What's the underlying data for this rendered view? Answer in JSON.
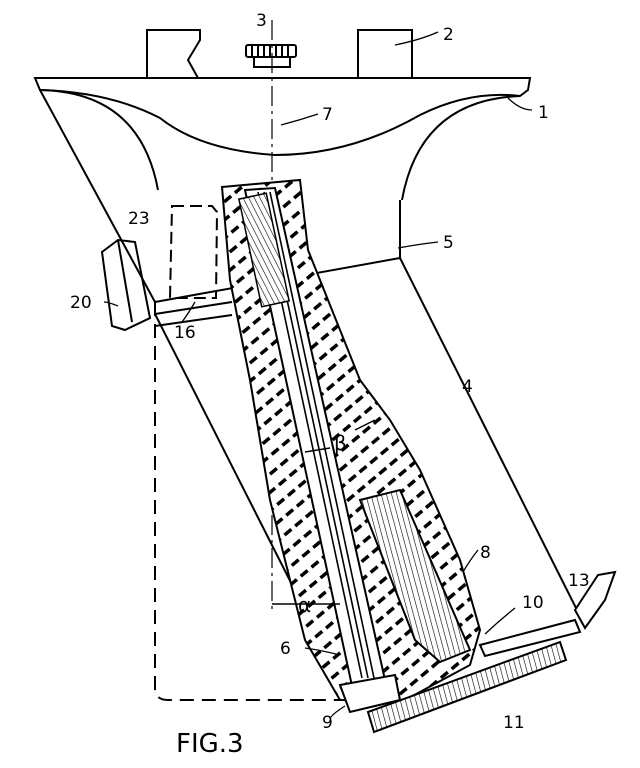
{
  "figure": {
    "caption": "FIG.3",
    "labels": [
      {
        "id": "l1",
        "text": "1"
      },
      {
        "id": "l2",
        "text": "2"
      },
      {
        "id": "l3",
        "text": "3"
      },
      {
        "id": "l4",
        "text": "4"
      },
      {
        "id": "l5",
        "text": "5"
      },
      {
        "id": "l6",
        "text": "6"
      },
      {
        "id": "l7",
        "text": "7"
      },
      {
        "id": "l8",
        "text": "8"
      },
      {
        "id": "l9",
        "text": "9"
      },
      {
        "id": "l10",
        "text": "10"
      },
      {
        "id": "l11",
        "text": "11"
      },
      {
        "id": "l13",
        "text": "13"
      },
      {
        "id": "l16",
        "text": "16"
      },
      {
        "id": "l20",
        "text": "20"
      },
      {
        "id": "l23",
        "text": "23"
      }
    ],
    "angles": {
      "alpha": "α",
      "beta": "β"
    }
  }
}
